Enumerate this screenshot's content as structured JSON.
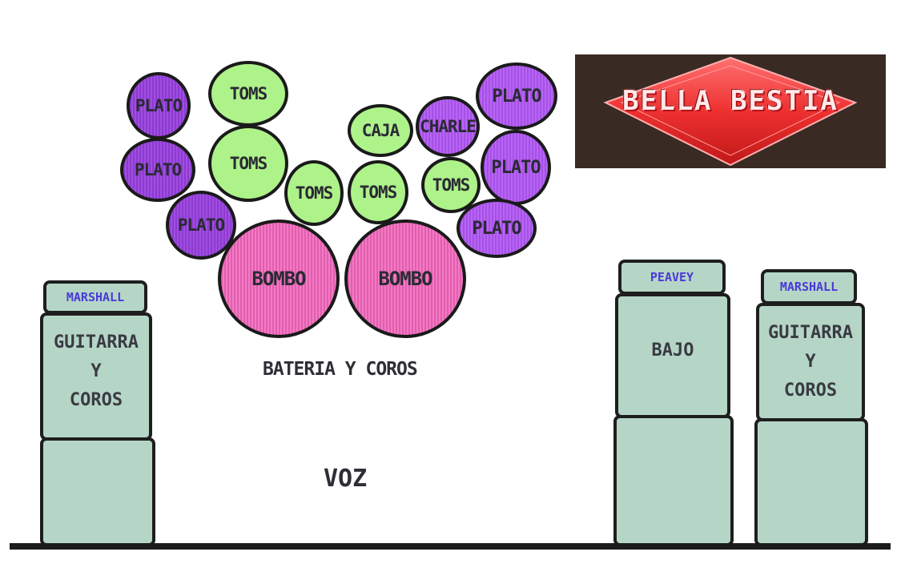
{
  "drums": {
    "plato_1": "PLATO",
    "toms_1": "TOMS",
    "plato_2": "PLATO",
    "toms_2": "TOMS",
    "plato_3": "PLATO",
    "toms_3": "TOMS",
    "caja": "CAJA",
    "toms_4": "TOMS",
    "charle": "CHARLE",
    "toms_5": "TOMS",
    "plato_4": "PLATO",
    "plato_5": "PLATO",
    "plato_6": "PLATO",
    "bombo_1": "BOMBO",
    "bombo_2": "BOMBO"
  },
  "drums_caption": "BATERIA  Y COROS",
  "vocal_label": "VOZ",
  "logo_text": "BELLA BESTIA",
  "amps": {
    "left": {
      "brand": "MARSHALL",
      "role": "GUITARRA\nY\nCOROS"
    },
    "middle_right": {
      "brand": "PEAVEY",
      "role": "BAJO"
    },
    "right": {
      "brand": "MARSHALL",
      "role": "GUITARRA\nY\nCOROS"
    }
  },
  "colors": {
    "tom": "#aef28a",
    "cymbal": "#8e3ad0",
    "bass_drum": "#e45cae",
    "amp": "#b5d6c6",
    "amp_brand": "#4a3ad8"
  }
}
